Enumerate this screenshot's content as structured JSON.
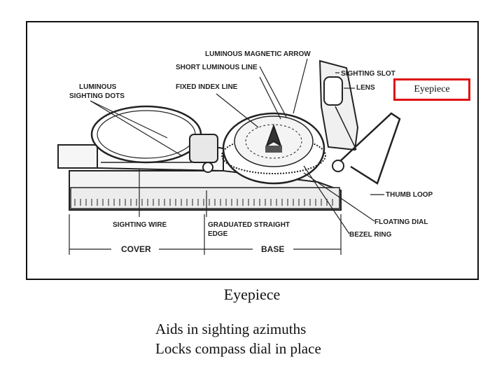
{
  "diagram": {
    "labels": {
      "luminous_magnetic_arrow": "LUMINOUS MAGNETIC ARROW",
      "short_luminous_line": "SHORT LUMINOUS LINE",
      "fixed_index_line": "FIXED INDEX LINE",
      "luminous_sighting_dots_1": "LUMINOUS",
      "luminous_sighting_dots_2": "SIGHTING DOTS",
      "sighting_slot": "SIGHTING SLOT",
      "lens": "LENS",
      "thumb_loop": "THUMB LOOP",
      "floating_dial": "FLOATING DIAL",
      "sighting_wire": "SIGHTING WIRE",
      "graduated_straight_edge_1": "GRADUATED STRAIGHT",
      "graduated_straight_edge_2": "EDGE",
      "bezel_ring": "BEZEL RING",
      "cover": "COVER",
      "base": "BASE"
    },
    "highlight_label": "Eyepiece",
    "highlight_color": "#e01010"
  },
  "caption": "Eyepiece",
  "bullets": [
    "Aids in sighting azimuths",
    "Locks compass dial in place"
  ]
}
